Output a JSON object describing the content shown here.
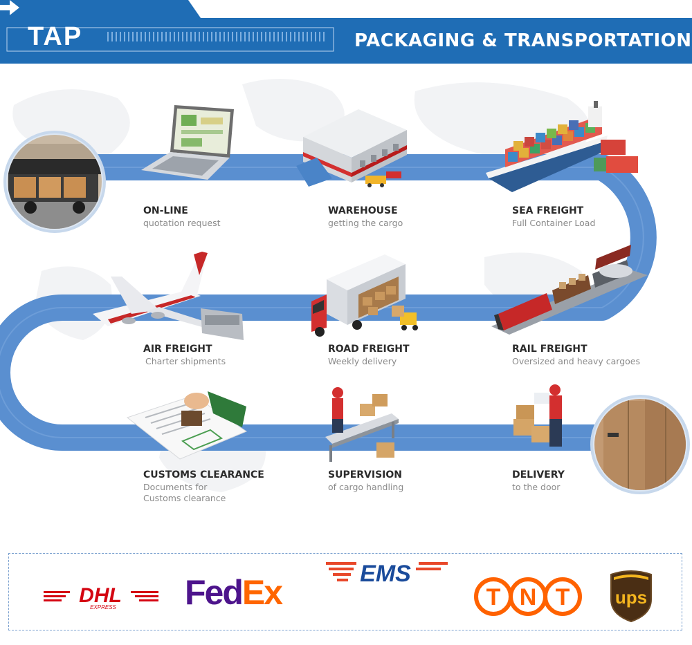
{
  "header": {
    "logo": "TAP",
    "title": "PACKAGING & TRANSPORTATION"
  },
  "steps": [
    {
      "title": "ON-LINE",
      "desc": "quotation request"
    },
    {
      "title": "WAREHOUSE",
      "desc": "getting the cargo"
    },
    {
      "title": "SEA FREIGHT",
      "desc": "Full Container Load"
    },
    {
      "title": "AIR FREIGHT",
      "desc": "Charter shipments"
    },
    {
      "title": "ROAD FREIGHT",
      "desc": "Weekly delivery"
    },
    {
      "title": "RAIL FREIGHT",
      "desc": "Oversized and  heavy cargoes"
    },
    {
      "title": "CUSTOMS CLEARANCE",
      "desc": "Documents for\nCustoms clearance"
    },
    {
      "title": "SUPERVISION",
      "desc": "of cargo handling"
    },
    {
      "title": "DELIVERY",
      "desc": "to the door"
    }
  ],
  "carriers": {
    "dhl": {
      "name": "DHL",
      "sub": "EXPRESS"
    },
    "fedex": {
      "fed": "Fed",
      "ex": "Ex"
    },
    "ems": {
      "name": "EMS"
    },
    "tnt": {
      "t1": "T",
      "n": "N",
      "t2": "T"
    },
    "ups": {
      "name": "ups"
    }
  },
  "colors": {
    "brand_blue": "#1f6db5",
    "road_blue": "#5a8fd0",
    "dhl_red": "#d40511",
    "fedex_purple": "#4d148c",
    "fedex_orange": "#ff6600",
    "tnt_orange": "#ff6200",
    "ups_brown": "#4a2e14",
    "ups_gold": "#f4b51f"
  },
  "icons": [
    "truck-icon",
    "laptop-icon",
    "warehouse-icon",
    "cargo-ship-icon",
    "airplane-icon",
    "delivery-truck-icon",
    "train-icon",
    "stamp-document-icon",
    "conveyor-worker-icon",
    "delivery-worker-icon",
    "packed-boxes-icon",
    "arrow-right-icon"
  ]
}
